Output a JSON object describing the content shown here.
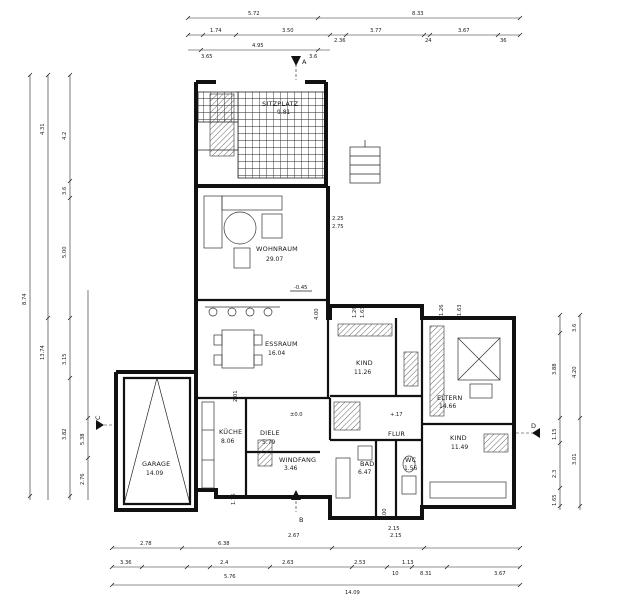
{
  "rooms": {
    "sitzplatz": {
      "name": "SITZPLATZ",
      "area": "9.81"
    },
    "wohnraum": {
      "name": "WOHNRAUM",
      "area": "29.07"
    },
    "essraum": {
      "name": "ESSRAUM",
      "area": "16.04"
    },
    "kind1": {
      "name": "KIND",
      "area": "11.26"
    },
    "eltern": {
      "name": "ELTERN",
      "area": "14.66"
    },
    "kind2": {
      "name": "KIND",
      "area": "11.49"
    },
    "garage": {
      "name": "GARAGE",
      "area": "14.09"
    },
    "kueche": {
      "name": "KÜCHE",
      "area": "8.06"
    },
    "diele": {
      "name": "DIELE",
      "area": "5.79"
    },
    "windfang": {
      "name": "WINDFANG",
      "area": "3.46"
    },
    "bad": {
      "name": "BAD",
      "area": "6.47"
    },
    "wc": {
      "name": "WC",
      "area": "1.56"
    },
    "flur": {
      "name": "FLUR",
      "area": ""
    }
  },
  "sections": {
    "a": "A",
    "b": "B",
    "c": "C",
    "d": "D"
  },
  "levels": {
    "wohn": "-0.45",
    "diele": "±0.0",
    "flur": "+.17"
  },
  "dims": {
    "top_total_left": "5.72",
    "top_total_right": "8.33",
    "top_seg": [
      "1.74",
      "3.50",
      "2.36",
      "3.77",
      "24",
      "3.67",
      "36"
    ],
    "top_seg2": [
      "3.65",
      "4.95",
      "3.6"
    ],
    "bottom_seg": [
      "2.78",
      "6.38",
      "2.67",
      "2.15"
    ],
    "bottom_seg2": [
      "3.36",
      "2.4",
      "5.76",
      "2.63",
      "2.53",
      "10",
      "1.13",
      "8.31",
      "3.67"
    ],
    "bottom_total": "14.09",
    "left_vertical": [
      "4.31",
      "4.2",
      "3.6",
      "5.00",
      "8.74",
      "13.74",
      "3.15",
      "3.82",
      "5.38",
      "2.76"
    ],
    "right_vertical": [
      "3.6",
      "3.88",
      "4.20",
      "1.15",
      "3.01",
      "2.3",
      "1.65"
    ],
    "inner": [
      "2.25",
      "2.75",
      "1.26",
      "1.63",
      "1.26",
      "1.63",
      "2.01",
      "4.00",
      "1.76",
      "1.00",
      "2.15"
    ]
  }
}
